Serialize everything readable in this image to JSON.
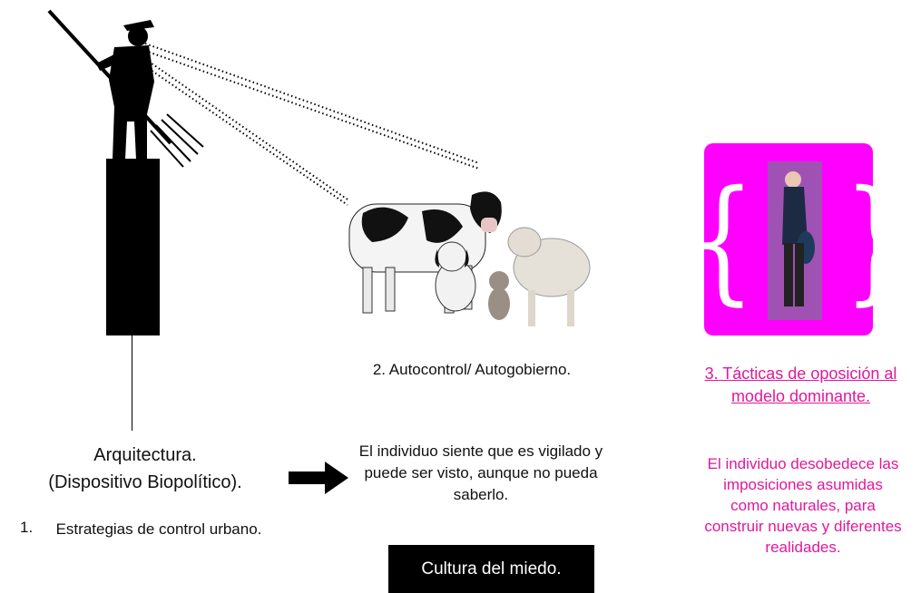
{
  "colors": {
    "accent_magenta": "#ff00ff",
    "text_pink": "#e0189c",
    "black": "#000000",
    "white": "#ffffff"
  },
  "left": {
    "title": "Arquitectura.",
    "subtitle": "(Dispositivo Biopolítico).",
    "strategy_number": "1.",
    "strategy_text": "Estrategias de control urbano."
  },
  "middle": {
    "self_control": "2. Autocontrol/ Autogobierno.",
    "vigilance": "El individuo siente que es vigilado y puede ser visto, aunque no pueda saberlo.",
    "fear": "Cultura del miedo."
  },
  "right": {
    "tactics": "3. Tácticas de oposición al modelo dominante.",
    "disobey": "El individuo desobedece las imposiciones asumidas como naturales, para construir nuevas y diferentes realidades."
  },
  "icons": {
    "arrow": "right-arrow-icon"
  }
}
